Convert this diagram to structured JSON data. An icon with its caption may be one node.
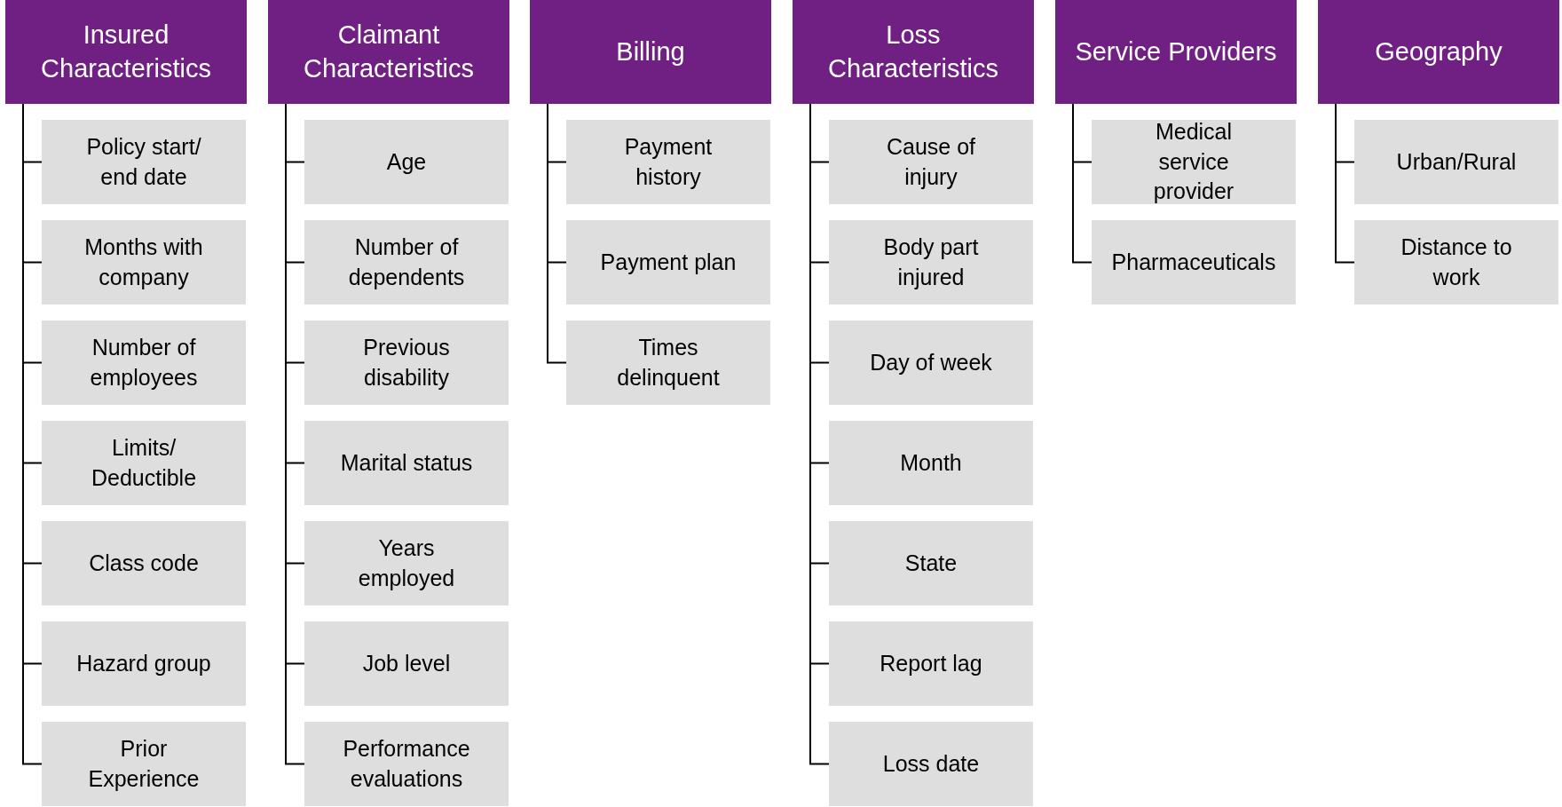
{
  "diagram": {
    "nodes": [
      {
        "text": [
          "Insured Characteristics"
        ]
      },
      {
        "text": [
          "Policy start/ end date"
        ]
      },
      {
        "text": [
          "Months with company"
        ]
      },
      {
        "text": [
          "Number  of employees"
        ]
      },
      {
        "text": [
          "Limits/ Deductible"
        ]
      },
      {
        "text": [
          "Class code"
        ]
      },
      {
        "text": [
          "Hazard group"
        ]
      },
      {
        "text": [
          "Prior Experience"
        ]
      },
      {
        "text": [
          "Claimant Characteristics"
        ]
      },
      {
        "text": [
          "Age"
        ]
      },
      {
        "text": [
          "Number  of dependents"
        ]
      },
      {
        "text": [
          "Previous disability"
        ]
      },
      {
        "text": [
          "Marital status"
        ]
      },
      {
        "text": [
          "Years employed"
        ]
      },
      {
        "text": [
          "Job level"
        ]
      },
      {
        "text": [
          "Performance evaluations"
        ]
      },
      {
        "text": [
          "Billing"
        ]
      },
      {
        "text": [
          "Payment history"
        ]
      },
      {
        "text": [
          "Payment plan"
        ]
      },
      {
        "text": [
          "Times delinquent"
        ]
      },
      {
        "text": [
          "Loss Characteristics"
        ]
      },
      {
        "text": [
          "Cause of injury"
        ]
      },
      {
        "text": [
          "Body part injured"
        ]
      },
      {
        "text": [
          "Day of week"
        ]
      },
      {
        "text": [
          "Month"
        ]
      },
      {
        "text": [
          "State"
        ]
      },
      {
        "text": [
          "Report lag"
        ]
      },
      {
        "text": [
          "Loss date"
        ]
      },
      {
        "text": [
          "Service Providers"
        ]
      },
      {
        "text": [
          "Medical service provider"
        ]
      },
      {
        "text": [
          "Pharmaceuticals"
        ]
      },
      {
        "text": [
          "Geography"
        ]
      },
      {
        "text": [
          "Urban/Rural"
        ]
      },
      {
        "text": [
          "Distance to work"
        ]
      }
    ],
    "edges": [
      {
        "from": 0,
        "to": 1,
        "arrow": "none"
      },
      {
        "from": 0,
        "to": 2,
        "arrow": "none"
      },
      {
        "from": 0,
        "to": 3,
        "arrow": "none"
      },
      {
        "from": 0,
        "to": 4,
        "arrow": "none"
      },
      {
        "from": 0,
        "to": 5,
        "arrow": "none"
      },
      {
        "from": 0,
        "to": 6,
        "arrow": "none"
      },
      {
        "from": 0,
        "to": 7,
        "arrow": "none"
      },
      {
        "from": 8,
        "to": 9,
        "arrow": "none"
      },
      {
        "from": 8,
        "to": 10,
        "arrow": "none"
      },
      {
        "from": 8,
        "to": 11,
        "arrow": "none"
      },
      {
        "from": 8,
        "to": 12,
        "arrow": "none"
      },
      {
        "from": 8,
        "to": 13,
        "arrow": "none"
      },
      {
        "from": 8,
        "to": 14,
        "arrow": "none"
      },
      {
        "from": 8,
        "to": 15,
        "arrow": "none"
      },
      {
        "from": 16,
        "to": 17,
        "arrow": "none"
      },
      {
        "from": 16,
        "to": 18,
        "arrow": "none"
      },
      {
        "from": 16,
        "to": 19,
        "arrow": "none"
      },
      {
        "from": 20,
        "to": 21,
        "arrow": "none"
      },
      {
        "from": 20,
        "to": 22,
        "arrow": "none"
      },
      {
        "from": 20,
        "to": 23,
        "arrow": "none"
      },
      {
        "from": 20,
        "to": 24,
        "arrow": "none"
      },
      {
        "from": 20,
        "to": 25,
        "arrow": "none"
      },
      {
        "from": 20,
        "to": 26,
        "arrow": "none"
      },
      {
        "from": 20,
        "to": 27,
        "arrow": "none"
      },
      {
        "from": 28,
        "to": 29,
        "arrow": "none"
      },
      {
        "from": 28,
        "to": 30,
        "arrow": "none"
      },
      {
        "from": 31,
        "to": 32,
        "arrow": "none"
      },
      {
        "from": 31,
        "to": 33,
        "arrow": "none"
      }
    ]
  }
}
